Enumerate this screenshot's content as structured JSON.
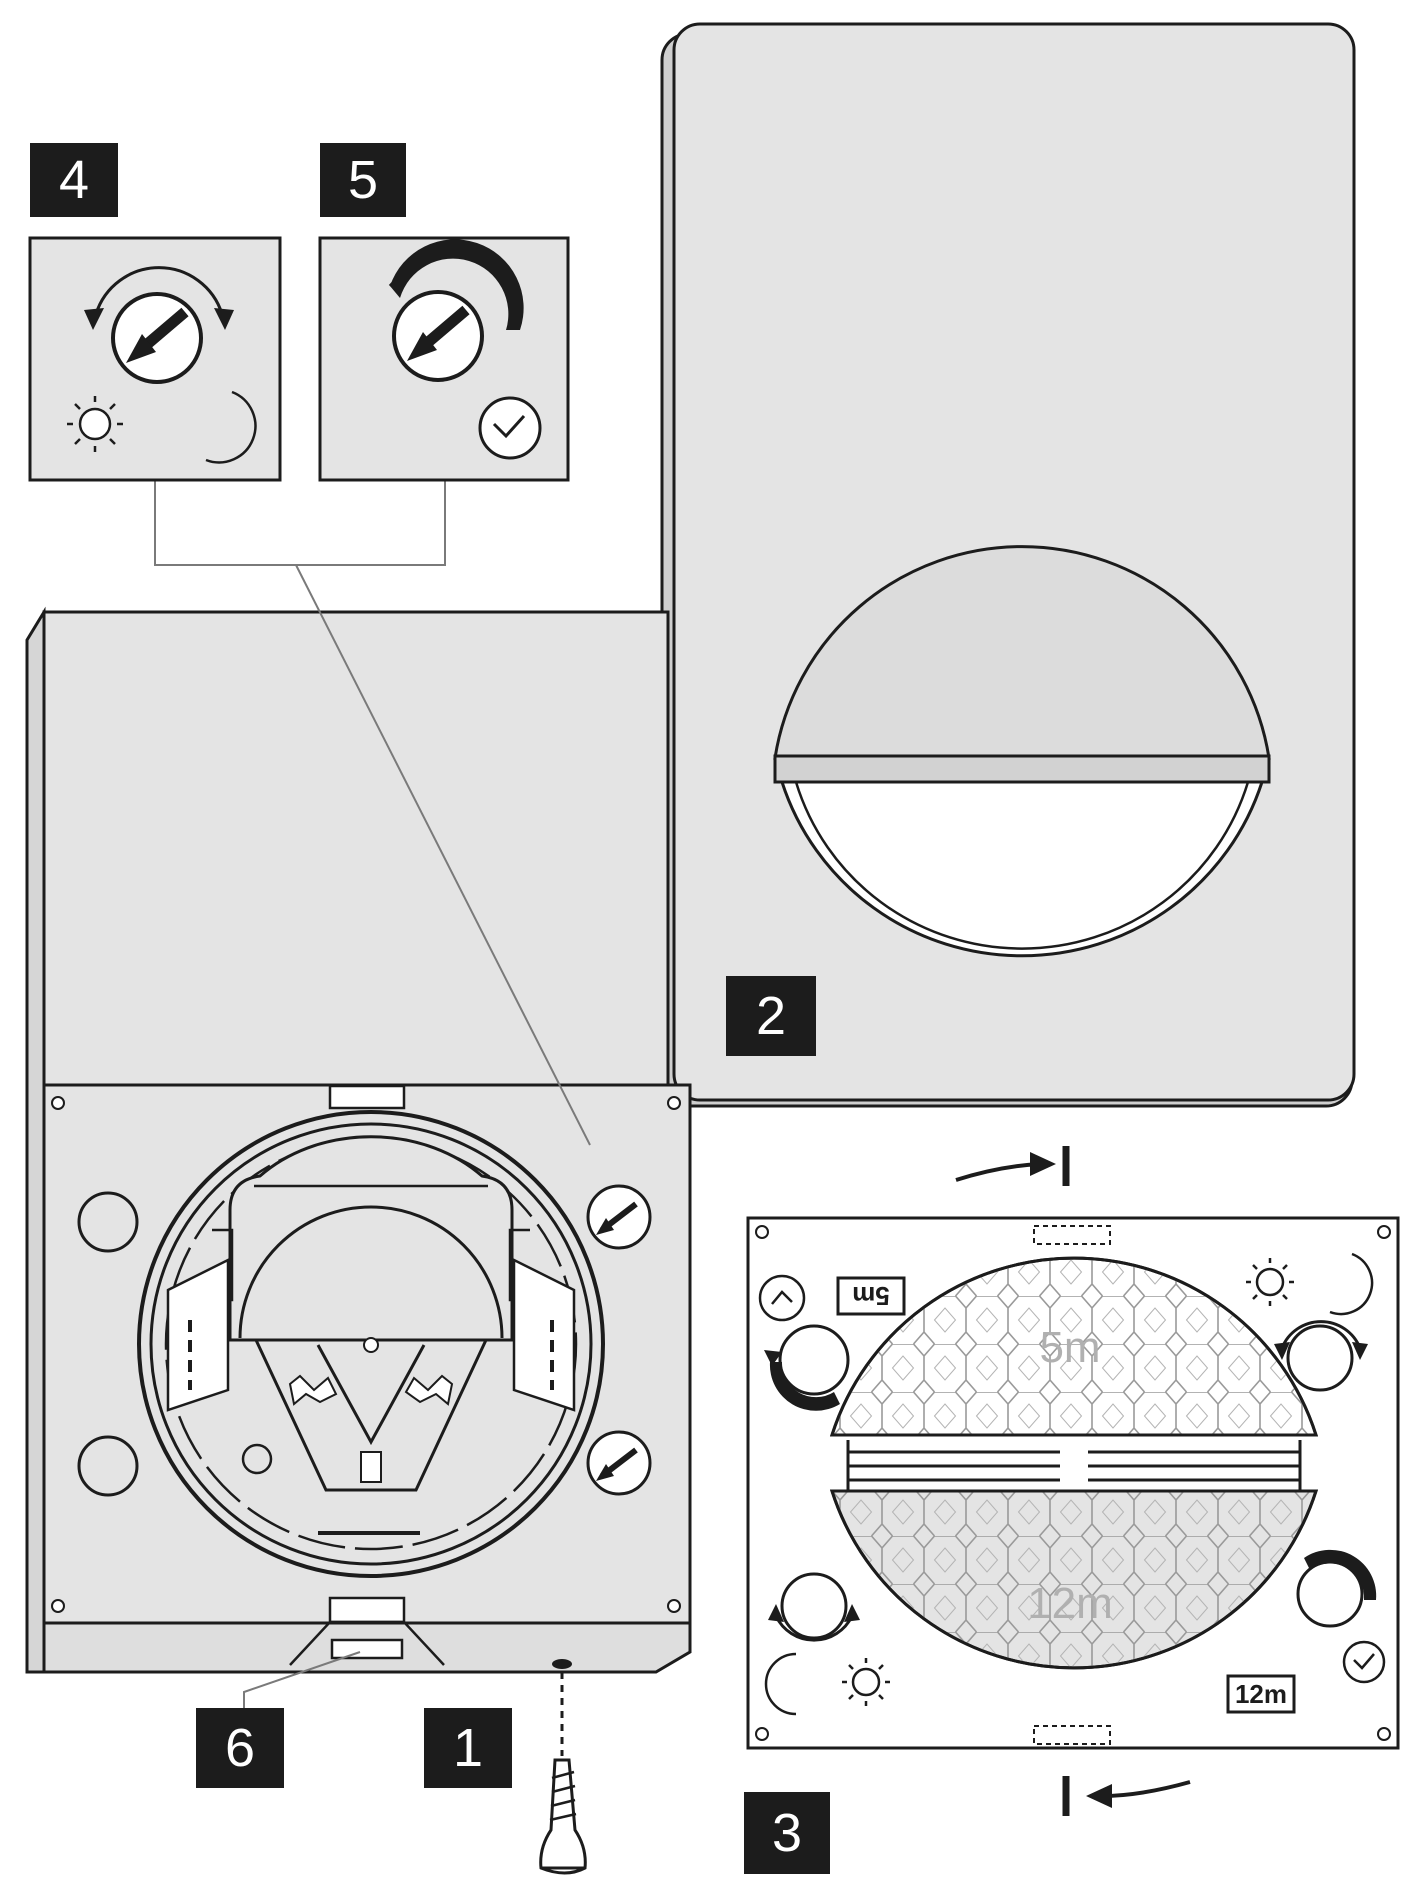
{
  "labels": {
    "one": "1",
    "two": "2",
    "three": "3",
    "four": "4",
    "five": "5",
    "six": "6"
  },
  "sensor_zones": {
    "near": "5m",
    "far": "12m"
  },
  "range_tags": {
    "near_tag": "5m",
    "far_tag": "12m"
  },
  "icons": {
    "lux": "sun-icon",
    "night": "moon-icon",
    "time": "clock-icon",
    "dial": "dial-arrow-icon",
    "screw": "screw-icon"
  },
  "colors": {
    "panel": "#e4e4e4",
    "ink": "#1c1c1c",
    "zone_text": "#b0b0b0",
    "paper": "#ffffff"
  }
}
